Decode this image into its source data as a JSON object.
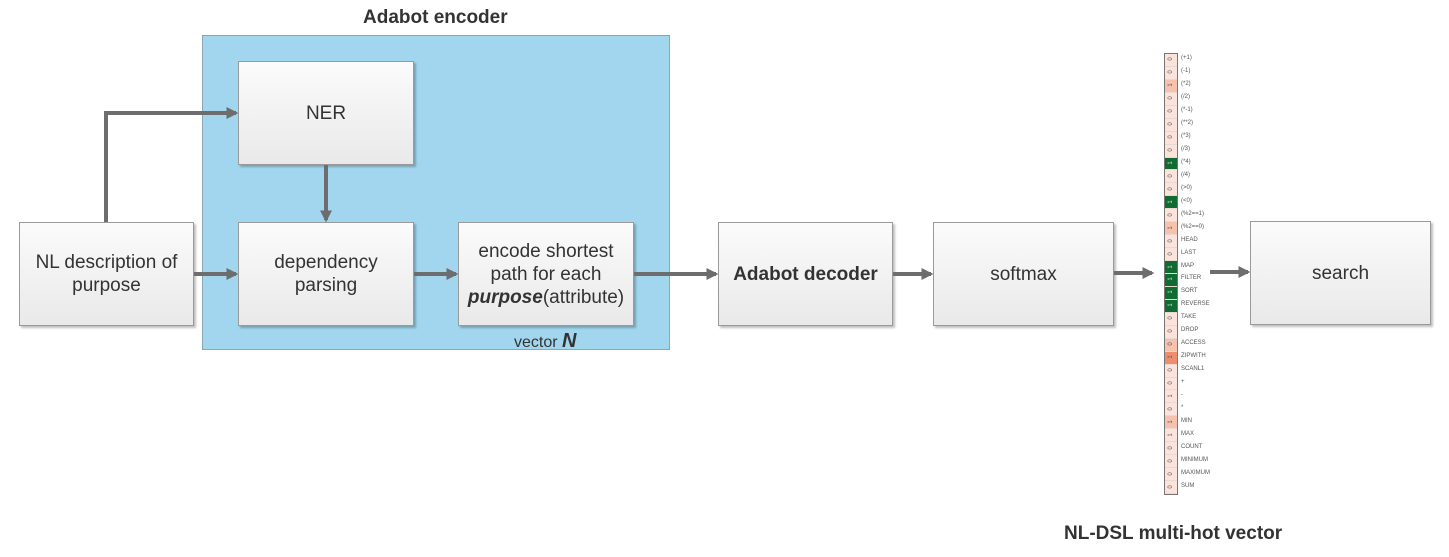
{
  "encoder": {
    "title": "Adabot encoder",
    "vector_label": "vector",
    "vector_symbol": "N"
  },
  "nodes": {
    "nl_input": "NL description of purpose",
    "ner": "NER",
    "dep_parse": "dependency parsing",
    "encode_prefix": "encode shortest path for each",
    "encode_emph": "purpose",
    "encode_suffix": "(attribute)",
    "decoder": "Adabot decoder",
    "softmax": "softmax",
    "search": "search"
  },
  "vector": {
    "title": "NL-DSL multi-hot vector",
    "items": [
      {
        "label": "(+1)",
        "value": "0",
        "color": "#fbe3db"
      },
      {
        "label": "(-1)",
        "value": "0",
        "color": "#fbe3db"
      },
      {
        "label": "(*2)",
        "value": "1",
        "color": "#f6c1ad"
      },
      {
        "label": "(/2)",
        "value": "0",
        "color": "#fbe3db"
      },
      {
        "label": "(*-1)",
        "value": "0",
        "color": "#fbe3db"
      },
      {
        "label": "(**2)",
        "value": "0",
        "color": "#fbe3db"
      },
      {
        "label": "(*3)",
        "value": "0",
        "color": "#fbe3db"
      },
      {
        "label": "(/3)",
        "value": "0",
        "color": "#fbe3db"
      },
      {
        "label": "(*4)",
        "value": "1",
        "color": "#0f6b32"
      },
      {
        "label": "(/4)",
        "value": "0",
        "color": "#fbe3db"
      },
      {
        "label": "(>0)",
        "value": "0",
        "color": "#fbe3db"
      },
      {
        "label": "(<0)",
        "value": "1",
        "color": "#0f6b32"
      },
      {
        "label": "(%2==1)",
        "value": "0",
        "color": "#fbe3db"
      },
      {
        "label": "(%2==0)",
        "value": "1",
        "color": "#f6c1ad"
      },
      {
        "label": "HEAD",
        "value": "0",
        "color": "#fbe3db"
      },
      {
        "label": "LAST",
        "value": "0",
        "color": "#fbe3db"
      },
      {
        "label": "MAP",
        "value": "1",
        "color": "#0f6b32"
      },
      {
        "label": "FILTER",
        "value": "1",
        "color": "#0f6b32"
      },
      {
        "label": "SORT",
        "value": "1",
        "color": "#0f6b32"
      },
      {
        "label": "REVERSE",
        "value": "1",
        "color": "#0f6b32"
      },
      {
        "label": "TAKE",
        "value": "0",
        "color": "#fbe3db"
      },
      {
        "label": "DROP",
        "value": "0",
        "color": "#fbe3db"
      },
      {
        "label": "ACCESS",
        "value": "0",
        "color": "#f6c1ad"
      },
      {
        "label": "ZIPWITH",
        "value": "1",
        "color": "#ee8e6e"
      },
      {
        "label": "SCANL1",
        "value": "0",
        "color": "#fbe3db"
      },
      {
        "label": "+",
        "value": "0",
        "color": "#fbe3db"
      },
      {
        "label": "-",
        "value": "1",
        "color": "#fbe3db"
      },
      {
        "label": "*",
        "value": "0",
        "color": "#fbe3db"
      },
      {
        "label": "MIN",
        "value": "1",
        "color": "#f6c1ad"
      },
      {
        "label": "MAX",
        "value": "1",
        "color": "#fbe3db"
      },
      {
        "label": "COUNT",
        "value": "0",
        "color": "#fbe3db"
      },
      {
        "label": "MINIMUM",
        "value": "0",
        "color": "#fbe3db"
      },
      {
        "label": "MAXIMUM",
        "value": "0",
        "color": "#fbe3db"
      },
      {
        "label": "SUM",
        "value": "0",
        "color": "#fbe3db"
      }
    ]
  },
  "colors": {
    "encoder_fill": "#a1d6ee",
    "arrow": "#6d6d6d",
    "active_cell": "#0f6b32",
    "low_cell": "#fbe3db"
  }
}
